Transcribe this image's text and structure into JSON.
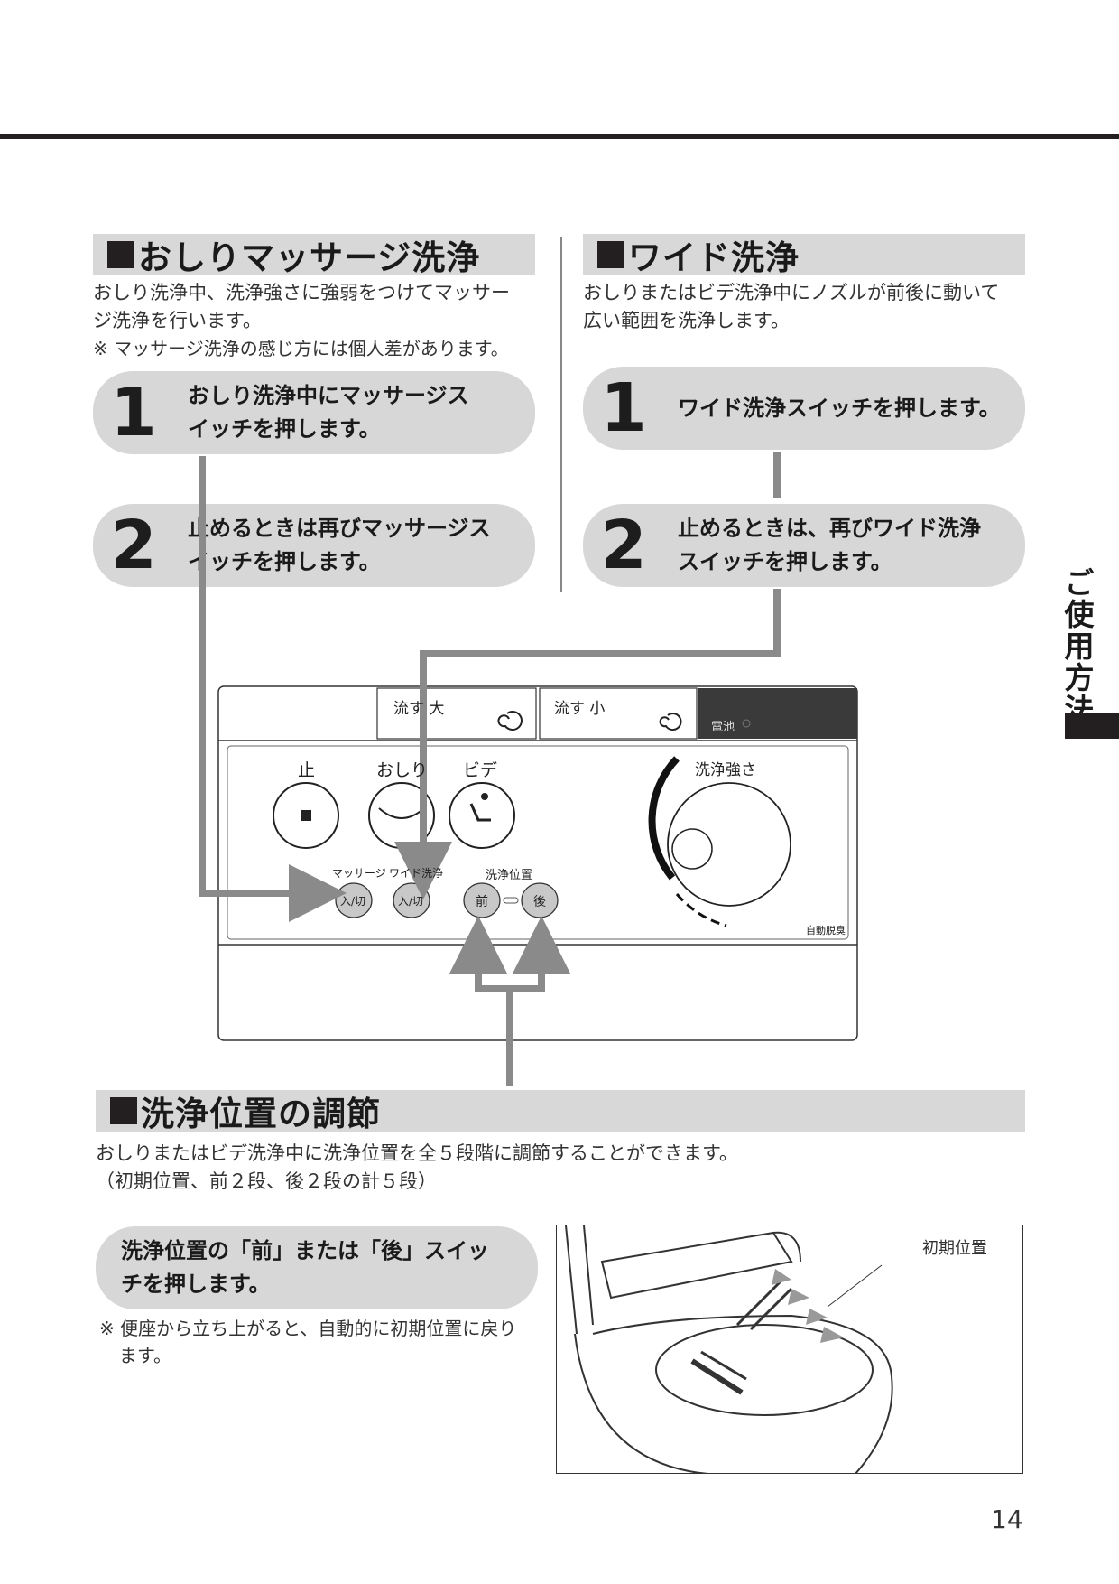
{
  "massage": {
    "title": "おしりマッサージ洗浄",
    "desc_line1": "おしり洗浄中、洗浄強さに強弱をつけてマッサー",
    "desc_line2": "ジ洗浄を行います。",
    "note": "※ マッサージ洗浄の感じ方には個人差があります。",
    "step1_num": "1",
    "step1_line1": "おしり洗浄中にマッサージス",
    "step1_line2": "イッチを押します。",
    "step2_num": "2",
    "step2_line1": "止めるときは再びマッサージス",
    "step2_line2": "イッチを押します。"
  },
  "wide": {
    "title": "ワイド洗浄",
    "desc_line1": "おしりまたはビデ洗浄中にノズルが前後に動いて",
    "desc_line2": "広い範囲を洗浄します。",
    "step1_num": "1",
    "step1_line1": "ワイド洗浄スイッチを押します。",
    "step2_num": "2",
    "step2_line1": "止めるときは、再びワイド洗浄",
    "step2_line2": "スイッチを押します。"
  },
  "side": {
    "title": "ご使用方法"
  },
  "remote": {
    "flush_large": "流す 大",
    "flush_small": "流す 小",
    "battery": "電池",
    "stop": "止",
    "oshiri": "おしり",
    "bidet": "ビデ",
    "massage": "マッサージ",
    "wide": "ワイド洗浄",
    "position": "洗浄位置",
    "on_off": "入/切",
    "front": "前",
    "back": "後",
    "strength": "洗浄強さ",
    "auto_deodorize": "自動脱臭"
  },
  "position": {
    "title": "洗浄位置の調節",
    "desc_line1": "おしりまたはビデ洗浄中に洗浄位置を全５段階に調節することができます。",
    "desc_line2": "（初期位置、前２段、後２段の計５段）",
    "step_line1": "洗浄位置の「前」または「後」スイッ",
    "step_line2": "チを押します。",
    "note_line1": "※ 便座から立ち上がると、自動的に初期位置に戻り",
    "note_line2": "ます。",
    "callout": "初期位置"
  },
  "page_number": "14",
  "colors": {
    "heading_bg": "#d8d8d8",
    "pill_bg": "#d7d7d7",
    "arrow": "#8a8a8a",
    "rule": "#231f20"
  }
}
